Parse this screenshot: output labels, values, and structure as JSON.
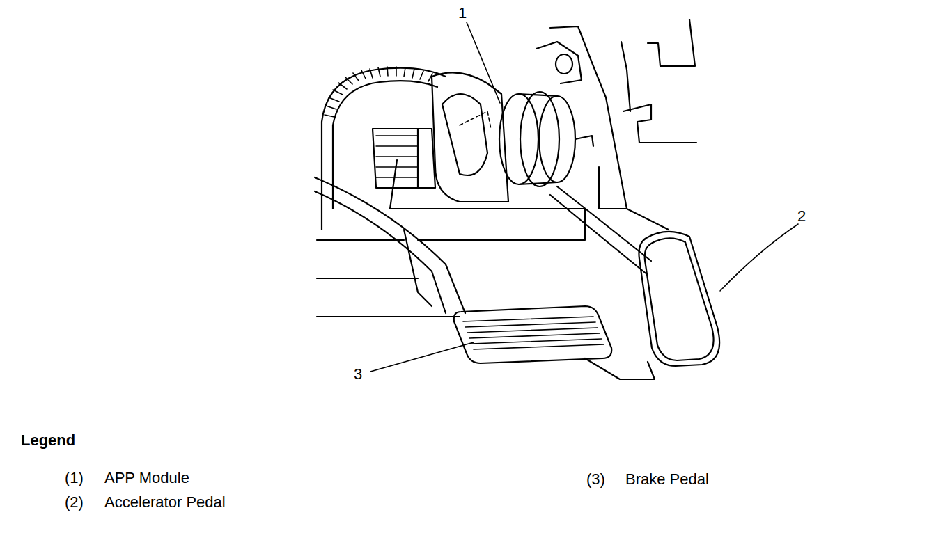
{
  "diagram": {
    "labels": [
      "1",
      "2",
      "3",
      "Legend",
      "(1)",
      "APP Module",
      "(2)",
      "Accelerator Pedal",
      "(3)",
      "Brake Pedal"
    ]
  }
}
